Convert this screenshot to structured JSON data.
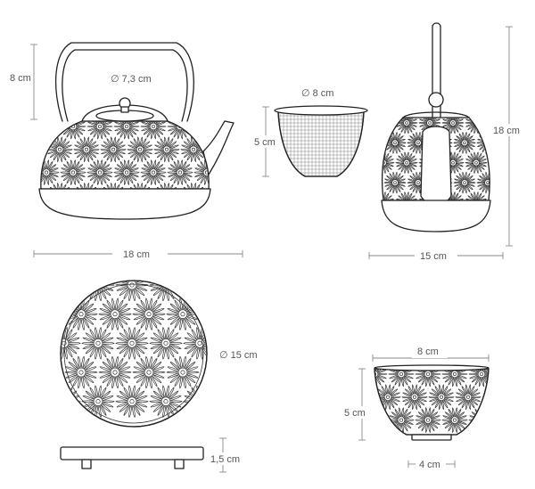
{
  "colors": {
    "ink": "#222222",
    "dimension": "#8a8a8a",
    "label": "#555555",
    "background": "#ffffff"
  },
  "teapot": {
    "height_label": "8 cm",
    "lid_diameter_label": "∅ 7,3 cm",
    "width_label": "18 cm"
  },
  "infuser": {
    "diameter_label": "∅ 8 cm",
    "height_label": "5 cm"
  },
  "teapot_side": {
    "height_label": "18 cm",
    "width_label": "15 cm"
  },
  "trivet": {
    "diameter_label": "∅ 15 cm",
    "height_label": "1,5 cm"
  },
  "cup": {
    "top_width_label": "8 cm",
    "height_label": "5 cm",
    "base_width_label": "4 cm"
  }
}
